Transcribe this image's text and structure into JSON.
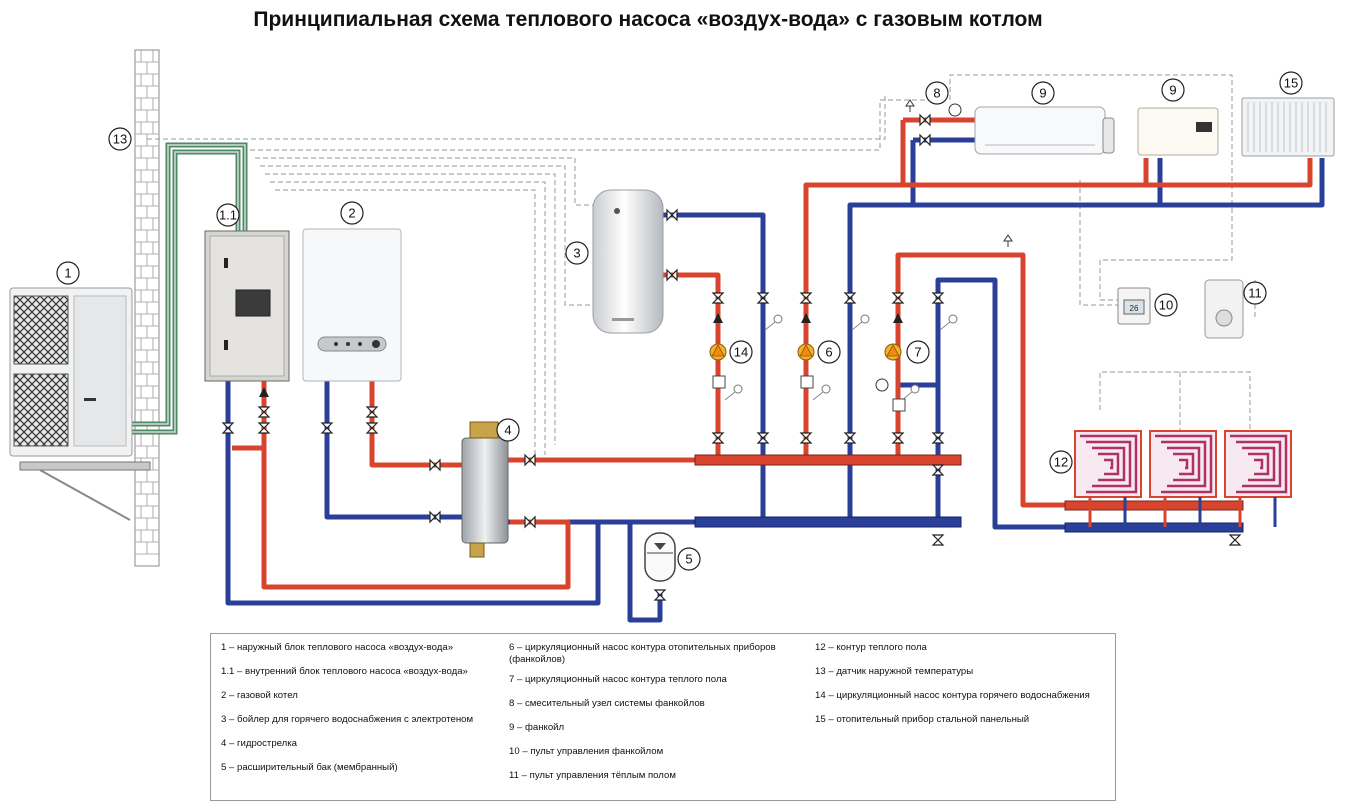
{
  "title": "Принципиальная схема теплового насоса «воздух-вода» с газовым котлом",
  "components": [
    {
      "id": "1",
      "label": "1"
    },
    {
      "id": "1.1",
      "label": "1.1"
    },
    {
      "id": "2",
      "label": "2"
    },
    {
      "id": "3",
      "label": "3"
    },
    {
      "id": "4",
      "label": "4"
    },
    {
      "id": "5",
      "label": "5"
    },
    {
      "id": "6",
      "label": "6"
    },
    {
      "id": "7",
      "label": "7"
    },
    {
      "id": "8",
      "label": "8"
    },
    {
      "id": "9a",
      "label": "9"
    },
    {
      "id": "9b",
      "label": "9"
    },
    {
      "id": "10",
      "label": "10"
    },
    {
      "id": "11",
      "label": "11"
    },
    {
      "id": "12",
      "label": "12"
    },
    {
      "id": "13",
      "label": "13"
    },
    {
      "id": "14",
      "label": "14"
    },
    {
      "id": "15",
      "label": "15"
    }
  ],
  "fancoil_display": "26",
  "legend": {
    "col1": [
      "1 – наружный блок теплового насоса «воздух-вода»",
      "1.1 – внутренний блок теплового насоса «воздух-вода»",
      "2 – газовой котел",
      "3 – бойлер для горячего водоснабжения с электротеном",
      "4 – гидрострелка",
      "5 – расширительный бак (мембранный)"
    ],
    "col2": [
      "6 – циркуляционный насос контура отопительных приборов (фанкойлов)",
      "7 – циркуляционный насос контура теплого пола",
      "8 – смесительный узел системы фанкойлов",
      "9 – фанкойл",
      "10 – пульт управления фанкойлом",
      "11 – пульт управления тёплым полом"
    ],
    "col3": [
      "12 – контур теплого пола",
      "13 – датчик наружной температуры",
      "14 – циркуляционный насос контура горячего водоснабжения",
      "15 – отопительный прибор стальной панельный"
    ]
  },
  "colors": {
    "hot": "#d9442f",
    "cold": "#2a3f9a",
    "green": "#4f8a67",
    "control": "#9a9a9a",
    "pump": "#f0a020"
  }
}
